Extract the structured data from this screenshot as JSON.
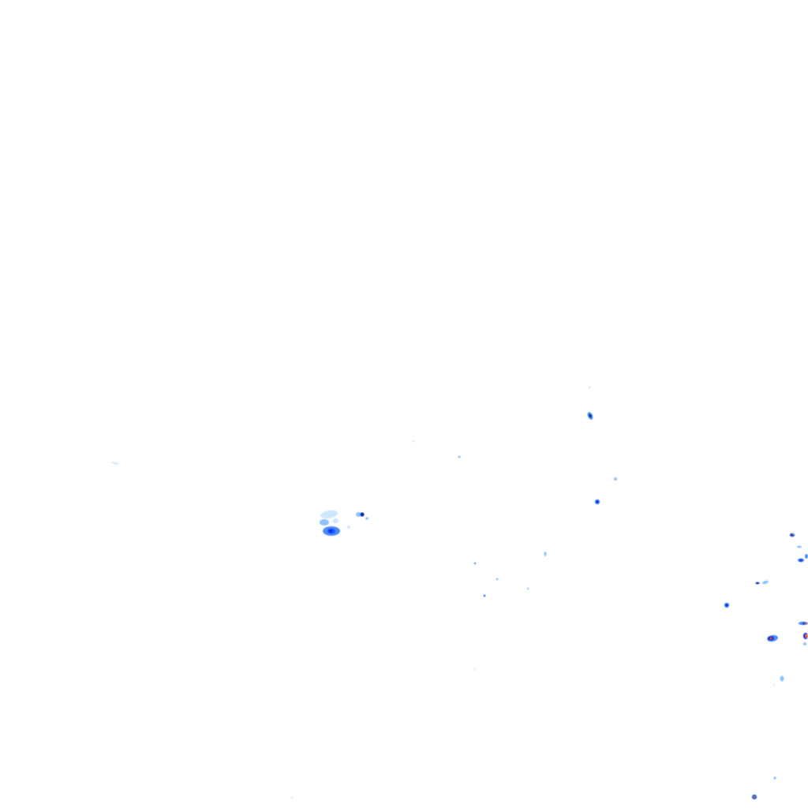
{
  "layer": {
    "kind": "weather-radar-reflectivity-overlay",
    "background": "#ffffff"
  },
  "palette": {
    "very-light": "#cfe6ff",
    "light": "#8fc2ff",
    "medium": "#4a8cff",
    "strong": "#1f55ff",
    "deep": "#0a2fd8",
    "core-dark": "#001a7a",
    "core-orange": "#ff8a00",
    "core-red": "#e01b1b"
  },
  "intensity_levels": [
    "very-light",
    "light",
    "medium",
    "strong",
    "deep",
    "core-dark",
    "core-orange",
    "core-red"
  ]
}
